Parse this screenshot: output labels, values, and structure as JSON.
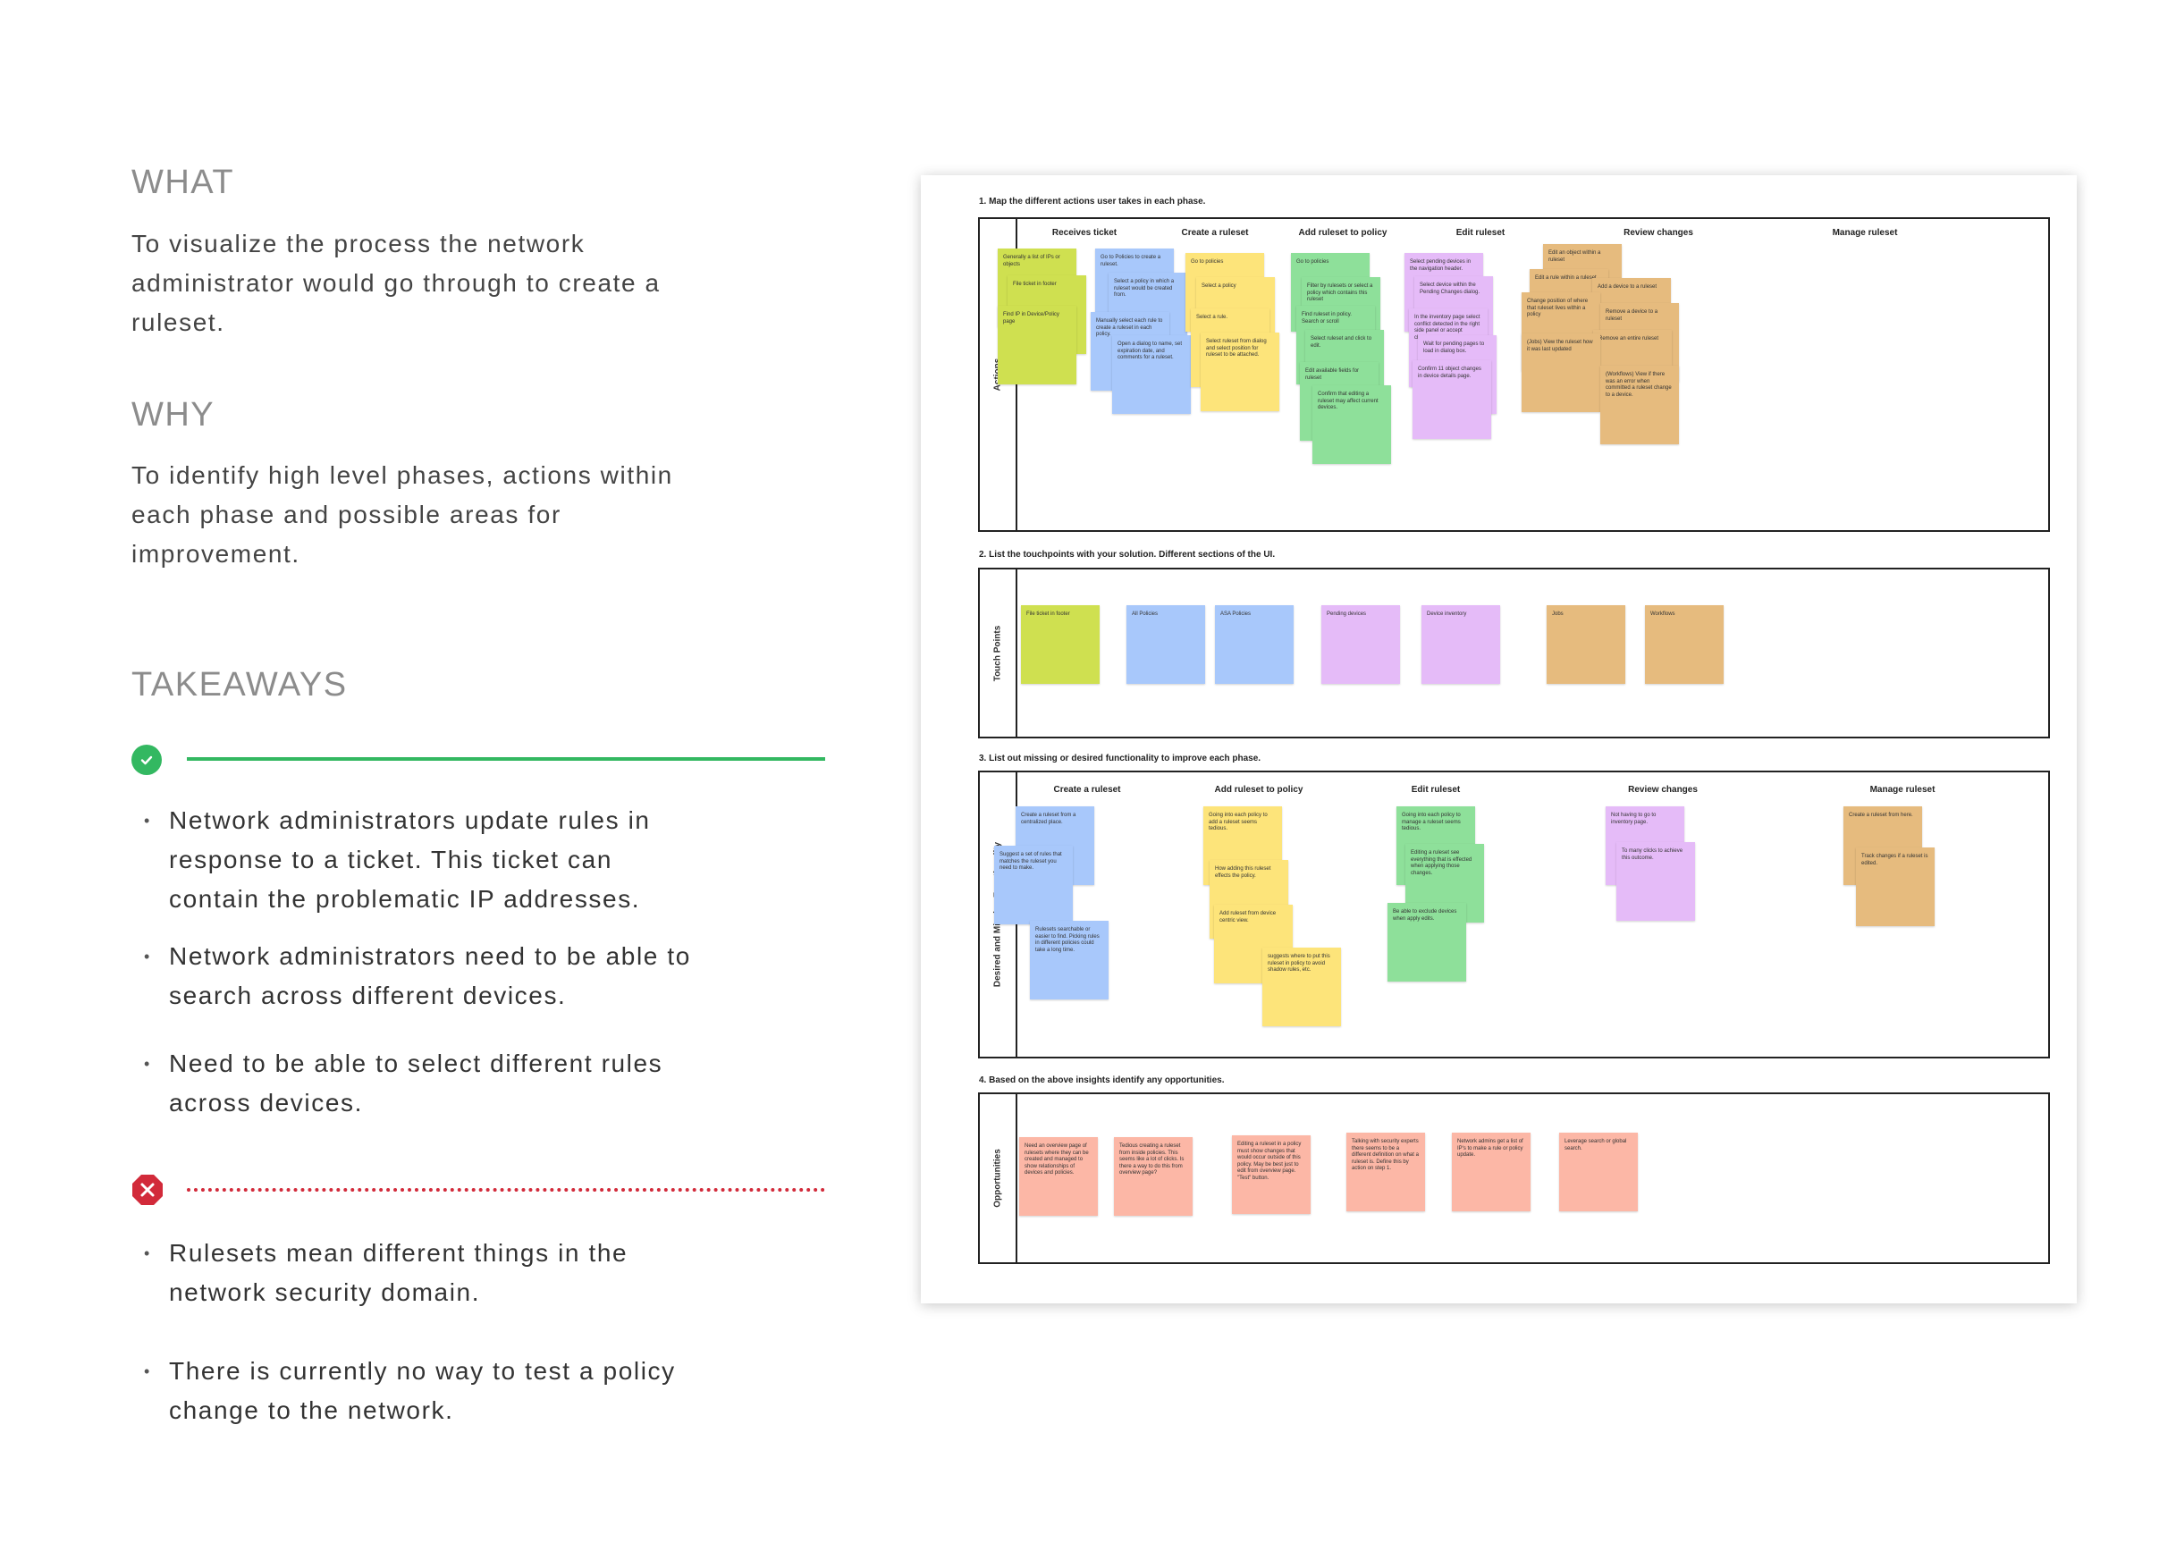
{
  "left": {
    "what_heading": "WHAT",
    "what_text": "To visualize the process the network administrator would go through to create a ruleset.",
    "why_heading": "WHY",
    "why_text": "To identify high level phases, actions within each phase and possible areas for improvement.",
    "takeaways_heading": "TAKEAWAYS",
    "positive_icon": "check-circle-icon",
    "positive_color": "#33b861",
    "positive_items": [
      "Network administrators update rules in response to a ticket. This ticket can contain the problematic IP addresses.",
      "Network administrators need to be able to search across different devices.",
      "Need to be able to select different rules across devices."
    ],
    "negative_icon": "x-octagon-icon",
    "negative_color": "#d22a3a",
    "negative_items": [
      "Rulesets mean different things in the network security domain.",
      "There is currently no way to test a policy change to the network."
    ]
  },
  "board": {
    "sections": [
      {
        "title": "1. Map the different actions user takes in each phase.",
        "label": "Actions"
      },
      {
        "title": "2. List the touchpoints with your solution. Different sections of the UI.",
        "label": "Touch Points"
      },
      {
        "title": "3. List out missing or desired functionality to improve each phase.",
        "label": "Desired and Missing Functionality"
      },
      {
        "title": "4. Based on the above insights identify any opportunities.",
        "label": "Opportunities"
      }
    ],
    "actions_phases": [
      "Receives ticket",
      "Create a ruleset",
      "Add ruleset to policy",
      "Edit ruleset",
      "Review changes",
      "Manage ruleset"
    ],
    "desired_phases": [
      "Create a ruleset",
      "Add ruleset to policy",
      "Edit ruleset",
      "Review changes",
      "Manage ruleset"
    ],
    "actions_notes": {
      "receives": [
        "Generally a list of IPs or objects",
        "File ticket in footer",
        "Find IP in Device/Policy page"
      ],
      "create": [
        "Go to Policies to create a ruleset.",
        "Select a policy in which a ruleset would be created from.",
        "Manually select each rule to create a ruleset in each policy.",
        "Open a dialog to name, set expiration date, and comments for a ruleset."
      ],
      "add": [
        "Go to policies",
        "Select a policy",
        "Select a rule.",
        "Select ruleset from dialog and select position for ruleset to be attached."
      ],
      "edit": [
        "Go to policies",
        "Filter by rulesets or select a policy which contains this ruleset",
        "Find ruleset in policy. Search or scroll",
        "Select ruleset and click to edit.",
        "Edit available fields for ruleset",
        "Confirm that editing a ruleset may affect current devices."
      ],
      "review": [
        "Select pending devices in the navigation header.",
        "Select device within the Pending Changes dialog.",
        "In the inventory page select conflict detected in the right side panel or accept changes.",
        "Wait for pending pages to load in dialog box.",
        "Confirm 11 object changes in device details page."
      ],
      "manage": [
        "Edit an object within a ruleset",
        "Edit a rule within a ruleset",
        "Add a device to a ruleset",
        "Change position of where that ruleset lives within a policy",
        "Remove a device to a ruleset",
        "Remove an entire ruleset",
        "(Jobs) View the ruleset how it was last updated",
        "(Workflows) View if there was an error when committed a ruleset change to a device."
      ]
    },
    "touch_notes": [
      "File ticket in footer",
      "All Policies",
      "ASA Policies",
      "Pending devices",
      "Device inventory",
      "Jobs",
      "Workflows"
    ],
    "desired_notes": {
      "create": [
        "Create a ruleset from a centralized place.",
        "Suggest a set of rules that matches the ruleset you need to make.",
        "Rulesets searchable or easier to find. Picking rules in different policies could take a long time."
      ],
      "add": [
        "Going into each policy to add a ruleset seems tedious.",
        "How adding this ruleset effects the policy.",
        "Add ruleset from device centric view.",
        "suggests where to put this ruleset in policy to avoid shadow rules, etc."
      ],
      "edit": [
        "Going into each policy to manage a ruleset seems tedious.",
        "Editing a ruleset see everything that is effected when applying those changes.",
        "Be able to exclude devices when apply edits."
      ],
      "review": [
        "Not having to go to inventory page.",
        "To many clicks to achieve this outcome."
      ],
      "manage": [
        "Create a ruleset from here.",
        "Track changes if a ruleset is edited."
      ]
    },
    "opportunity_notes": [
      "Need an overview page of rulesets where they can be created and managed to show relationships of devices and policies.",
      "Tedious creating a ruleset from inside policies. This seems like a lot of clicks. Is there a way to do this from overview page?",
      "Editing a ruleset in a policy must show changes that would occur outside of this policy. May be best just to edit from overview page. \"Test\" button.",
      "Talking with security experts there seems to be a different definition on what a ruleset is. Define this by action on step 1.",
      "Network admins get a list of IP's to make a rule or policy update.",
      "Leverage search or global search."
    ],
    "colors": {
      "receives": "#cfe050",
      "create": "#a8c8fb",
      "add": "#fde47a",
      "edit": "#8ee09a",
      "review": "#e5bbf8",
      "manage": "#e6bb7e",
      "opportunity": "#fcb7a6"
    }
  }
}
